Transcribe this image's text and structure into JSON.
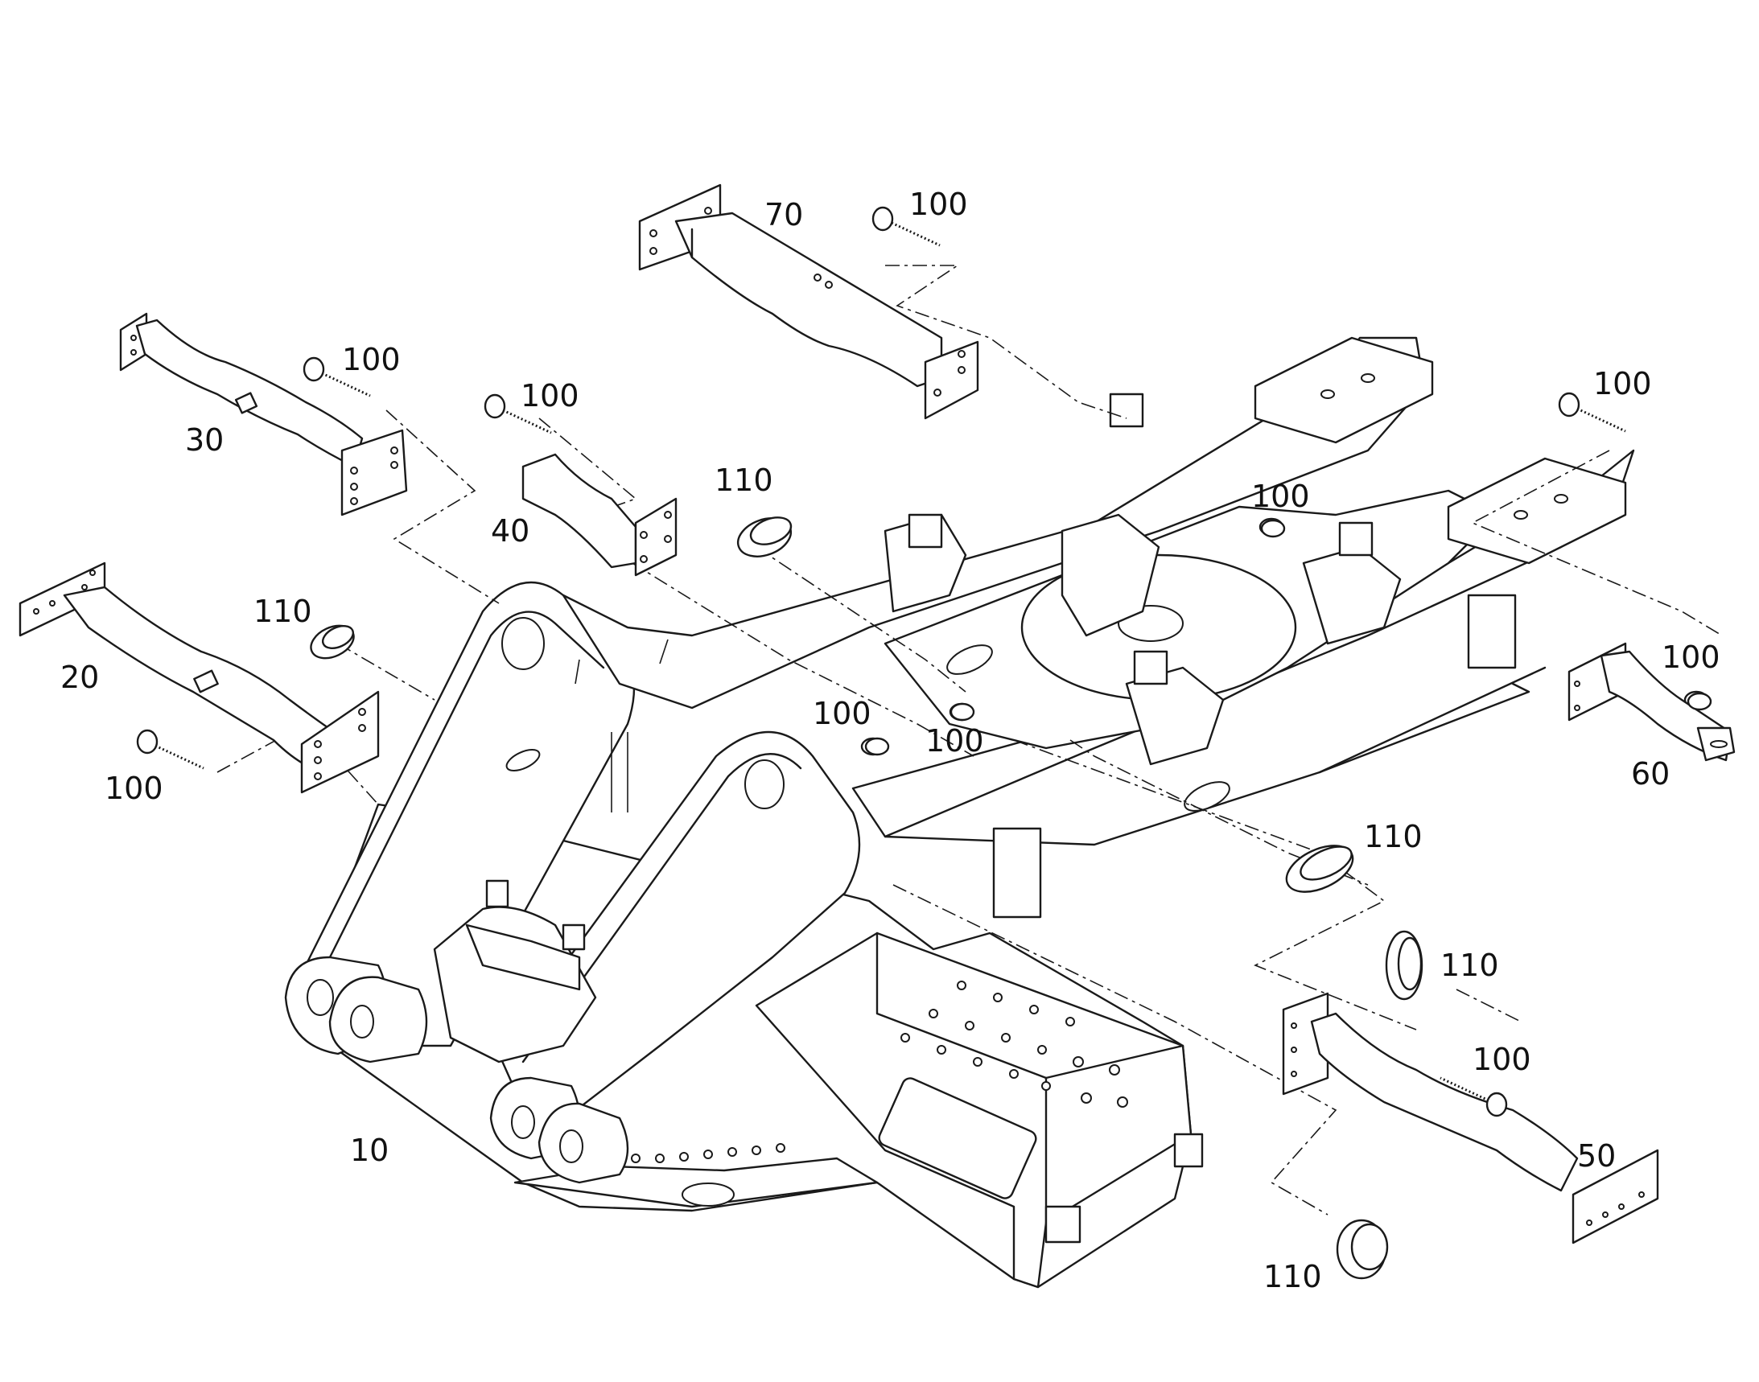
{
  "diagram": {
    "callouts": {
      "c70": "70",
      "c100_top": "100",
      "c100_30": "100",
      "c30": "30",
      "c100_40": "100",
      "c40": "40",
      "c110_top": "110",
      "c100_right_top": "100",
      "c100_inner": "100",
      "c110_left": "110",
      "c20": "20",
      "c100_20": "100",
      "c100_mid_a": "100",
      "c100_mid_b": "100",
      "c100_60": "100",
      "c60": "60",
      "c110_right_a": "110",
      "c110_right_b": "110",
      "c100_50": "100",
      "c50": "50",
      "c10": "10",
      "c110_bottom": "110"
    }
  }
}
